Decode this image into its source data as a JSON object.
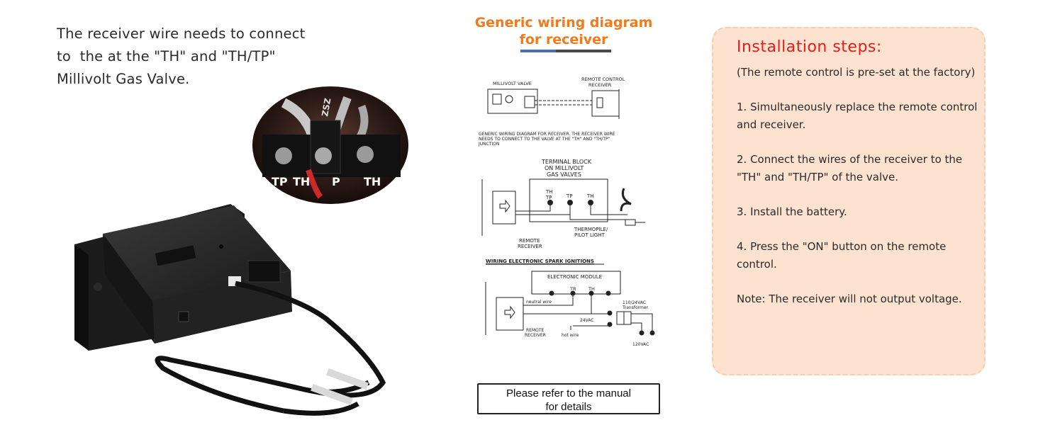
{
  "intro": {
    "line1": "The receiver wire needs to connect",
    "line2": "to  the at the \"TH\" and \"TH/TP\"",
    "line3": "Millivolt Gas Valve."
  },
  "photo": {
    "terminal_labels": [
      "TP",
      "TH",
      "P",
      "TH"
    ],
    "terminal_stamp": "ZSZ"
  },
  "center": {
    "title_line1": "Generic wiring diagram",
    "title_line2": "for receiver"
  },
  "diagram": {
    "top": {
      "millivolt_valve": "MILLIVOLT VALVE",
      "remote_control_receiver_1": "REMOTE CONTROL",
      "remote_control_receiver_2": "RECEIVER",
      "caption_1": "GENERIC WIRING DIAGRAM FOR RECEIVER.  THE RECEIVER WIRE",
      "caption_2": "NEEDS TO CONNECT TO THE VALVE AT THE \"TH\" AND \"TH/TP\"",
      "caption_3": "JUNCTION"
    },
    "middle": {
      "terminal_block_1": "TERMINAL BLOCK",
      "terminal_block_2": "ON MILLIVOLT",
      "terminal_block_3": "GAS VALVES",
      "th_tp_1": "TH",
      "th_tp_2": "TP",
      "tp": "TP",
      "th": "TH",
      "thermopile_1": "THERMOPILE/",
      "thermopile_2": "PILOT LIGHT",
      "remote_receiver_1": "REMOTE",
      "remote_receiver_2": "RECEIVER"
    },
    "bottom": {
      "heading": "WIRING ELECTRONIC SPARK IGNITIONS",
      "electronic_module": "ELECTRONIC MODULE",
      "tr": "TR",
      "th": "TH",
      "neutral_wire": "neutral wire",
      "vac_110_24": "110/24VAC",
      "transformer": "Transformer",
      "vac_24": "24VAC",
      "remote_receiver_1": "REMOTE",
      "remote_receiver_2": "RECEIVER",
      "hot_wire": "hot wire",
      "vac_120": "120VAC"
    }
  },
  "manual_note": {
    "line1": "Please refer to the manual",
    "line2": "for details"
  },
  "steps": {
    "title": "Installation steps:",
    "items": [
      "(The remote control is pre-set at the factory)",
      "1. Simultaneously replace the remote control and receiver.",
      "2. Connect the wires of the receiver to the \"TH\" and \"TH/TP\" of the valve.",
      "3. Install the battery.",
      "4. Press the \"ON\" button on the remote control.",
      "Note: The receiver will not output voltage."
    ]
  },
  "colors": {
    "accent_orange": "#f07a1c",
    "steps_title_red": "#e51c1c",
    "panel_peach": "#fde3cf",
    "divider_blue": "#4b72a8"
  }
}
